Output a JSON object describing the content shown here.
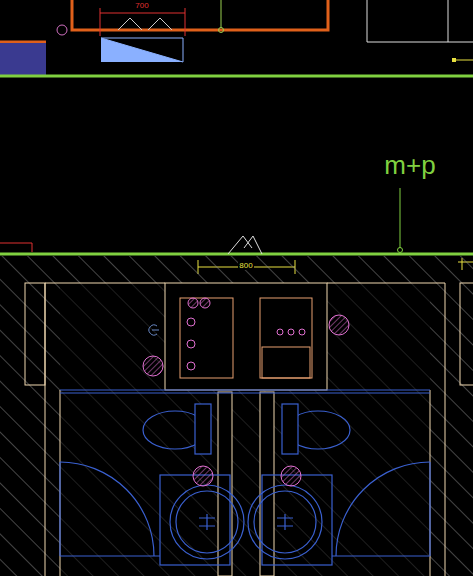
{
  "diagram": {
    "labels": [
      "700",
      "m+p",
      "800"
    ]
  }
}
